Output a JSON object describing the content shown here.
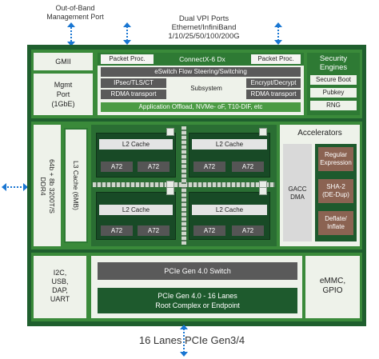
{
  "external": {
    "mgmt_port": "Out-of-Band\nManagement Port",
    "vpi_ports": "Dual VPI Ports\nEthernet/InfiniBand\n1/10/25/50/100/200G",
    "pcie_lanes": "16 Lanes PCIe Gen3/4"
  },
  "left_column": {
    "gmii": "GMII",
    "mgmt_port": "Mgmt\nPort\n(1GbE)"
  },
  "connectx": {
    "packet_proc_left": "Packet Proc.",
    "title": "ConnectX-6 Dx",
    "packet_proc_right": "Packet Proc.",
    "eswitch": "eSwitch Flow Steering/Switching",
    "ipsec": "IPsec/TLS/CT",
    "subsystem": "Subsystem",
    "encrypt": "Encrypt/Decrypt",
    "rdma_left": "RDMA transport",
    "rdma_right": "RDMA transport",
    "app_offload": "Application Offload, NVMe- oF, T10-DIF, etc"
  },
  "security": {
    "title": "Security\nEngines",
    "items": [
      "Secure Boot",
      "Pubkey",
      "RNG"
    ]
  },
  "memory": {
    "ddr4": "64b + 8b 3200T/S\nDDR4",
    "l3": "L3 Cache (6MB)"
  },
  "clusters": [
    {
      "l2": "L2 Cache",
      "cores": [
        "A72",
        "A72"
      ]
    },
    {
      "l2": "L2 Cache",
      "cores": [
        "A72",
        "A72"
      ]
    },
    {
      "l2": "L2 Cache",
      "cores": [
        "A72",
        "A72"
      ]
    },
    {
      "l2": "L2 Cache",
      "cores": [
        "A72",
        "A72"
      ]
    }
  ],
  "accelerators": {
    "title": "Accelerators",
    "gacc": "GACC\nDMA",
    "items": [
      "Regular\nExpression",
      "SHA-2\n(DE-Dup)",
      "Deflate/\nInflate"
    ]
  },
  "io": {
    "left": "I2C,\nUSB,\nDAP,\nUART",
    "pcie_switch": "PCIe Gen 4.0 Switch",
    "root_complex": "PCIe Gen 4.0 - 16 Lanes\nRoot Complex or Endpoint",
    "emmc": "eMMC,\nGPIO"
  },
  "colors": {
    "chip_border": "#1f5f2e",
    "accent_green": "#3e8a3a",
    "arrow_blue": "#1976d2"
  }
}
